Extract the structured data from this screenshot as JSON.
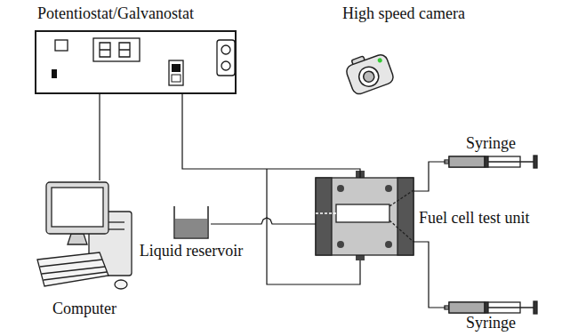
{
  "diagram": {
    "nodes": [
      {
        "text": [
          "Potentiostat/Galvanostat"
        ]
      },
      {
        "text": [
          "High speed camera"
        ]
      },
      {
        "text": [
          "Computer"
        ]
      },
      {
        "text": [
          "Liquid reservoir"
        ]
      },
      {
        "text": [
          "Fuel cell test unit"
        ]
      },
      {
        "text": [
          "Syringe"
        ]
      },
      {
        "text": [
          "Syringe"
        ]
      }
    ],
    "edges": [
      {
        "from": 0,
        "to": 2,
        "arrow": "none"
      },
      {
        "from": 0,
        "to": 4,
        "arrow": "none"
      },
      {
        "from": 3,
        "to": 4,
        "arrow": "none"
      },
      {
        "from": 4,
        "to": 5,
        "arrow": "none"
      },
      {
        "from": 4,
        "to": 6,
        "arrow": "none"
      }
    ]
  }
}
